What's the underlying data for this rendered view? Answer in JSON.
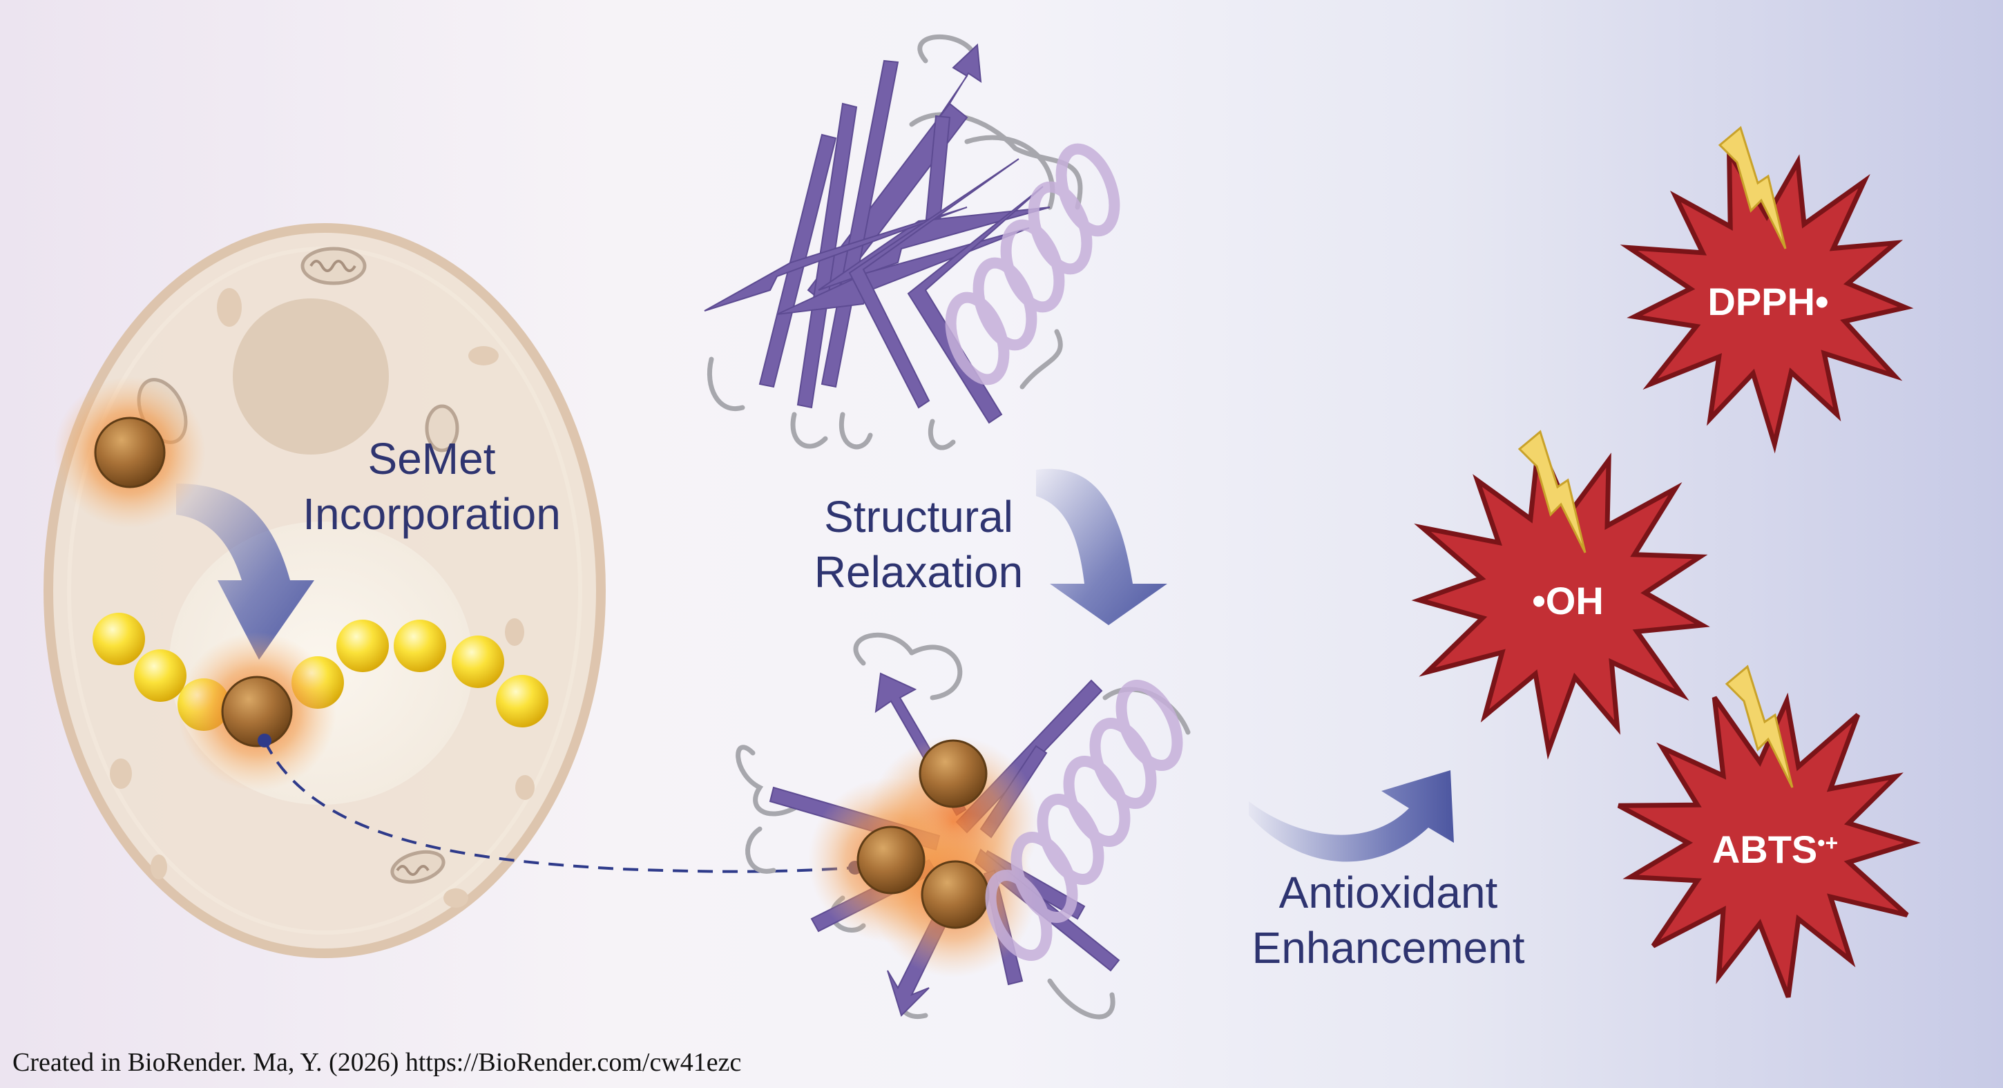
{
  "labels": {
    "semet_line1": "SeMet",
    "semet_line2": "Incorporation",
    "relax_line1": "Structural",
    "relax_line2": "Relaxation",
    "antiox_line1": "Antioxidant",
    "antiox_line2": "Enhancement"
  },
  "radicals": [
    {
      "text": "DPPH•",
      "superscript": ""
    },
    {
      "text": "•OH",
      "superscript": ""
    },
    {
      "text": "ABTS",
      "superscript": "•+"
    }
  ],
  "credit": "Created in BioRender. Ma, Y. (2026) https://BioRender.com/cw41ezc",
  "colors": {
    "label_text": "#2e3470",
    "cell_fill": "#efe2d4",
    "cell_border": "#dfc6ad",
    "beta_strand": "#7460a8",
    "helix": "#c9b3dc",
    "selenium_bead": "#9a6a34",
    "glow": "#f28a3c",
    "peptide_bead": "#f6d21c",
    "arrow": "#5560a6",
    "radical_burst": "#c32f35",
    "radical_border": "#7a1418",
    "lightning": "#f3d56a"
  },
  "icons": [
    "cell-icon",
    "nucleus-icon",
    "mitochondrion-icon",
    "selenomethionine-bead-icon",
    "protein-structure-icon",
    "alpha-helix-icon",
    "lightning-icon",
    "radical-burst-icon",
    "curved-arrow-icon"
  ]
}
